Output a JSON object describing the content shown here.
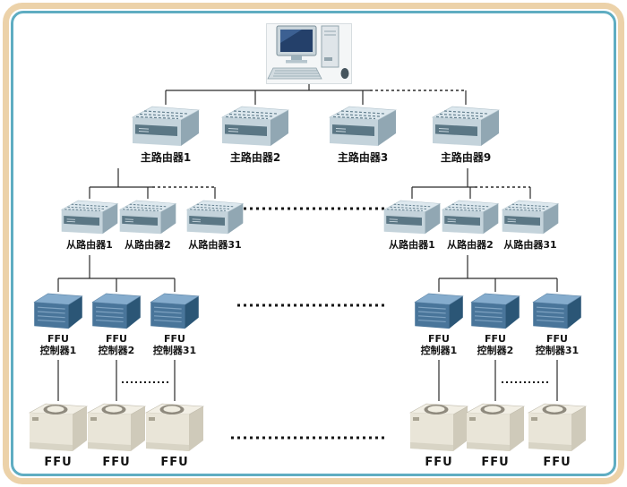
{
  "frame": {
    "outer_border_color": "#ecd2a9",
    "inner_border_color": "#5fadc2"
  },
  "connectors": {
    "line_color": "#2a2a2a"
  },
  "main_routers": [
    {
      "label": "主路由器1"
    },
    {
      "label": "主路由器2"
    },
    {
      "label": "主路由器3"
    },
    {
      "label": "主路由器9"
    }
  ],
  "slave_routers_left": [
    {
      "label": "从路由器1"
    },
    {
      "label": "从路由器2"
    },
    {
      "label": "从路由器31"
    }
  ],
  "slave_routers_right": [
    {
      "label": "从路由器1"
    },
    {
      "label": "从路由器2"
    },
    {
      "label": "从路由器31"
    }
  ],
  "ffu_controllers_left": [
    {
      "line1": "FFU",
      "line2": "控制器1"
    },
    {
      "line1": "FFU",
      "line2": "控制器2"
    },
    {
      "line1": "FFU",
      "line2": "控制器31"
    }
  ],
  "ffu_controllers_right": [
    {
      "line1": "FFU",
      "line2": "控制器1"
    },
    {
      "line1": "FFU",
      "line2": "控制器2"
    },
    {
      "line1": "FFU",
      "line2": "控制器31"
    }
  ],
  "ffu_units_left": [
    {
      "label": "FFU"
    },
    {
      "label": "FFU"
    },
    {
      "label": "FFU"
    }
  ],
  "ffu_units_right": [
    {
      "label": "FFU"
    },
    {
      "label": "FFU"
    },
    {
      "label": "FFU"
    }
  ]
}
